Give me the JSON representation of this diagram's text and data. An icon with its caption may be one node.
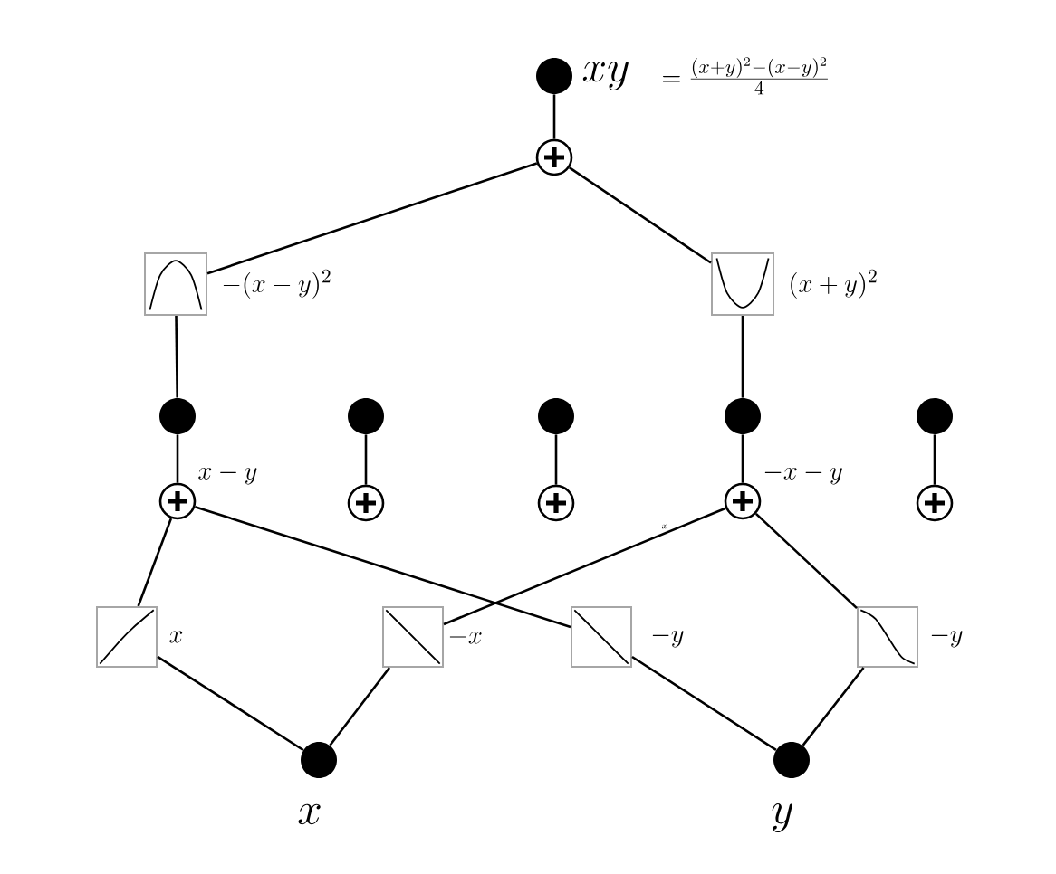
{
  "diagram": {
    "nodes": [
      {
        "text": [],
        "shape": "dot",
        "beside": [
          "xy",
          "= \\frac{(x+y)^2-(x-y)^2}{4}"
        ]
      },
      {
        "text": [],
        "shape": "circle"
      },
      {
        "text": [],
        "shape": "box",
        "beside": [
          "-(x-y)^2"
        ]
      },
      {
        "text": [],
        "shape": "box",
        "beside": [
          "(x+y)^2"
        ]
      },
      {
        "text": [],
        "shape": "dot"
      },
      {
        "text": [],
        "shape": "dot"
      },
      {
        "text": [],
        "shape": "dot"
      },
      {
        "text": [],
        "shape": "dot"
      },
      {
        "text": [],
        "shape": "dot"
      },
      {
        "text": [],
        "shape": "circle",
        "beside": [
          "x-y"
        ]
      },
      {
        "text": [],
        "shape": "circle"
      },
      {
        "text": [],
        "shape": "circle"
      },
      {
        "text": [],
        "shape": "circle",
        "beside": [
          "-x-y"
        ]
      },
      {
        "text": [],
        "shape": "circle"
      },
      {
        "text": [],
        "shape": "box",
        "beside": [
          "x"
        ]
      },
      {
        "text": [],
        "shape": "box",
        "beside": [
          "-x"
        ]
      },
      {
        "text": [],
        "shape": "box",
        "beside": [
          "-y"
        ]
      },
      {
        "text": [],
        "shape": "box",
        "beside": [
          "-y"
        ]
      },
      {
        "text": [],
        "shape": "dot",
        "beside": [
          "x"
        ]
      },
      {
        "text": [],
        "shape": "dot",
        "beside": [
          "y"
        ]
      }
    ],
    "edges": [
      {
        "from": 1,
        "to": 0,
        "arrow": "none"
      },
      {
        "from": 2,
        "to": 1,
        "arrow": "none"
      },
      {
        "from": 3,
        "to": 1,
        "arrow": "none"
      },
      {
        "from": 4,
        "to": 2,
        "arrow": "none"
      },
      {
        "from": 7,
        "to": 3,
        "arrow": "none"
      },
      {
        "from": 9,
        "to": 4,
        "arrow": "none"
      },
      {
        "from": 10,
        "to": 5,
        "arrow": "none"
      },
      {
        "from": 11,
        "to": 6,
        "arrow": "none"
      },
      {
        "from": 12,
        "to": 7,
        "arrow": "none"
      },
      {
        "from": 13,
        "to": 8,
        "arrow": "none"
      },
      {
        "from": 14,
        "to": 9,
        "arrow": "none"
      },
      {
        "from": 16,
        "to": 9,
        "arrow": "none"
      },
      {
        "from": 15,
        "to": 12,
        "arrow": "none"
      },
      {
        "from": 17,
        "to": 12,
        "arrow": "none"
      },
      {
        "from": 18,
        "to": 14,
        "arrow": "none"
      },
      {
        "from": 18,
        "to": 15,
        "arrow": "none"
      },
      {
        "from": 19,
        "to": 16,
        "arrow": "none"
      },
      {
        "from": 19,
        "to": 17,
        "arrow": "none"
      }
    ],
    "labels": [
      "x"
    ]
  }
}
